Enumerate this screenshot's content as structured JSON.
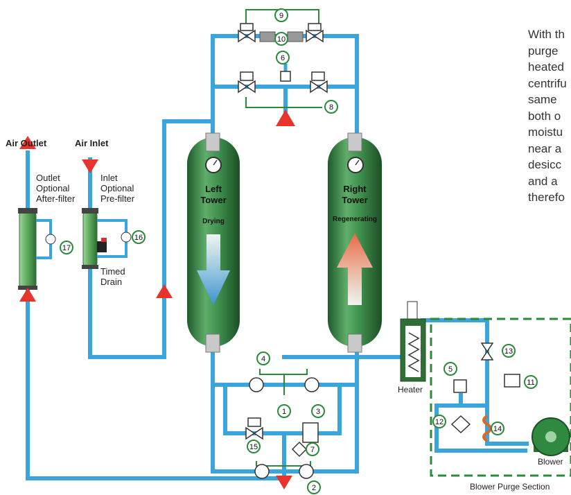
{
  "labels": {
    "air_outlet": "Air Outlet",
    "air_inlet": "Air Inlet",
    "outlet_filter": [
      "Outlet",
      "Optional",
      "After-filter"
    ],
    "inlet_filter": [
      "Inlet",
      "Optional",
      "Pre-filter"
    ],
    "timed_drain": [
      "Timed",
      "Drain"
    ],
    "left_tower": [
      "Left",
      "Tower"
    ],
    "left_state": "Drying",
    "right_tower": [
      "Right",
      "Tower"
    ],
    "right_state": "Regenerating",
    "heater": "Heater",
    "blower": "Blower",
    "blower_section": "Blower Purge Section"
  },
  "paragraph": [
    "With th",
    "purge",
    "heated",
    "centrifu",
    "same",
    "both o",
    "moistu",
    "near a",
    "desicc",
    "and a",
    "therefo"
  ],
  "callouts": [
    "1",
    "2",
    "3",
    "4",
    "5",
    "6",
    "7",
    "8",
    "9",
    "10",
    "11",
    "12",
    "13",
    "14",
    "15",
    "16",
    "17"
  ],
  "colors": {
    "pipe": "#3aa4dc",
    "tower": "#3d8a4a",
    "callout": "#2a8a3a",
    "arrow": "#e8332d",
    "dash": "#2a8a3a"
  }
}
